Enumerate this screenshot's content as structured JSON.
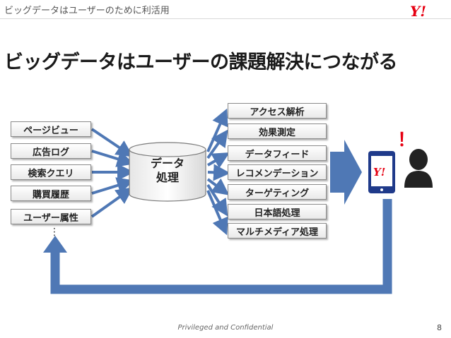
{
  "header": {
    "title": "ビッグデータはユーザーのために利活用"
  },
  "main_title": "ビッグデータはユーザーの課題解決につながる",
  "inputs": [
    "ページビュー",
    "広告ログ",
    "検索クエリ",
    "購買履歴",
    "ユーザー属性"
  ],
  "processor": {
    "line1": "データ",
    "line2": "処理"
  },
  "outputs": [
    "アクセス解析",
    "効果測定",
    "データフィード",
    "レコメンデーション",
    "ターゲティング",
    "日本語処理",
    "マルチメディア処理"
  ],
  "ellipsis": "⋮",
  "alert": "！",
  "footer": {
    "confidential": "Privileged and Confidential",
    "page": "8"
  },
  "colors": {
    "arrow": "#4f78b5",
    "accent": "#e60012"
  },
  "icons": [
    "yahoo-logo-icon",
    "smartphone-icon",
    "user-silhouette-icon"
  ]
}
